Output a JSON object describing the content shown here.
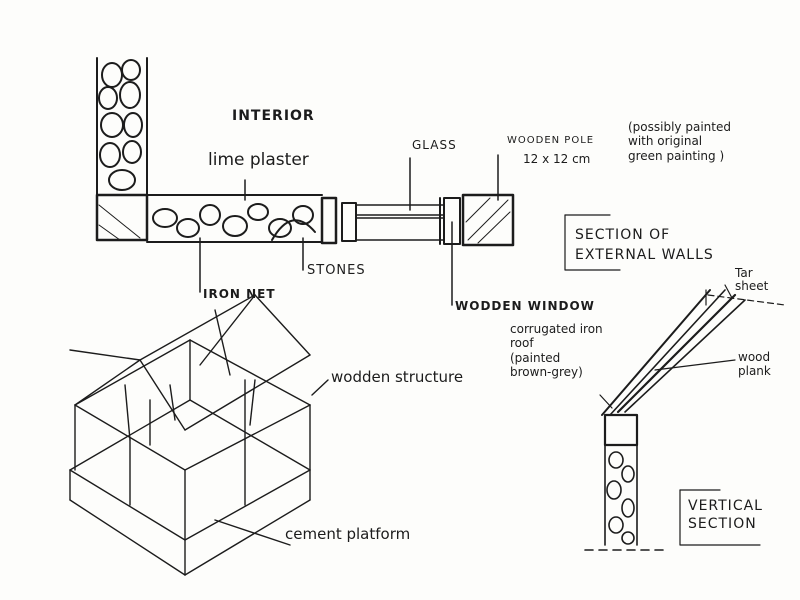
{
  "colors": {
    "ink": "#1c1c1c",
    "paper": "#fdfdfb"
  },
  "plan_section": {
    "interior": "INTERIOR",
    "lime_plaster": "lime plaster",
    "glass": "GLASS",
    "wooden_pole": "WOODEN POLE",
    "pole_size": "12 x 12 cm",
    "pole_note": "(possibly painted\nwith original\ngreen painting )",
    "iron_net": "IRON NET",
    "stones": "STONES",
    "wooden_window": "WODDEN WINDOW"
  },
  "external_walls": {
    "title": "SECTION OF\nEXTERNAL WALLS"
  },
  "vertical_section": {
    "tar_sheet": "Tar\nsheet",
    "roof": "corrugated iron\nroof\n(painted\nbrown-grey)",
    "wood_plank": "wood\nplank",
    "title": "VERTICAL\nSECTION"
  },
  "isometric": {
    "wooden_structure": "wodden structure",
    "cement_platform": "cement platform"
  }
}
